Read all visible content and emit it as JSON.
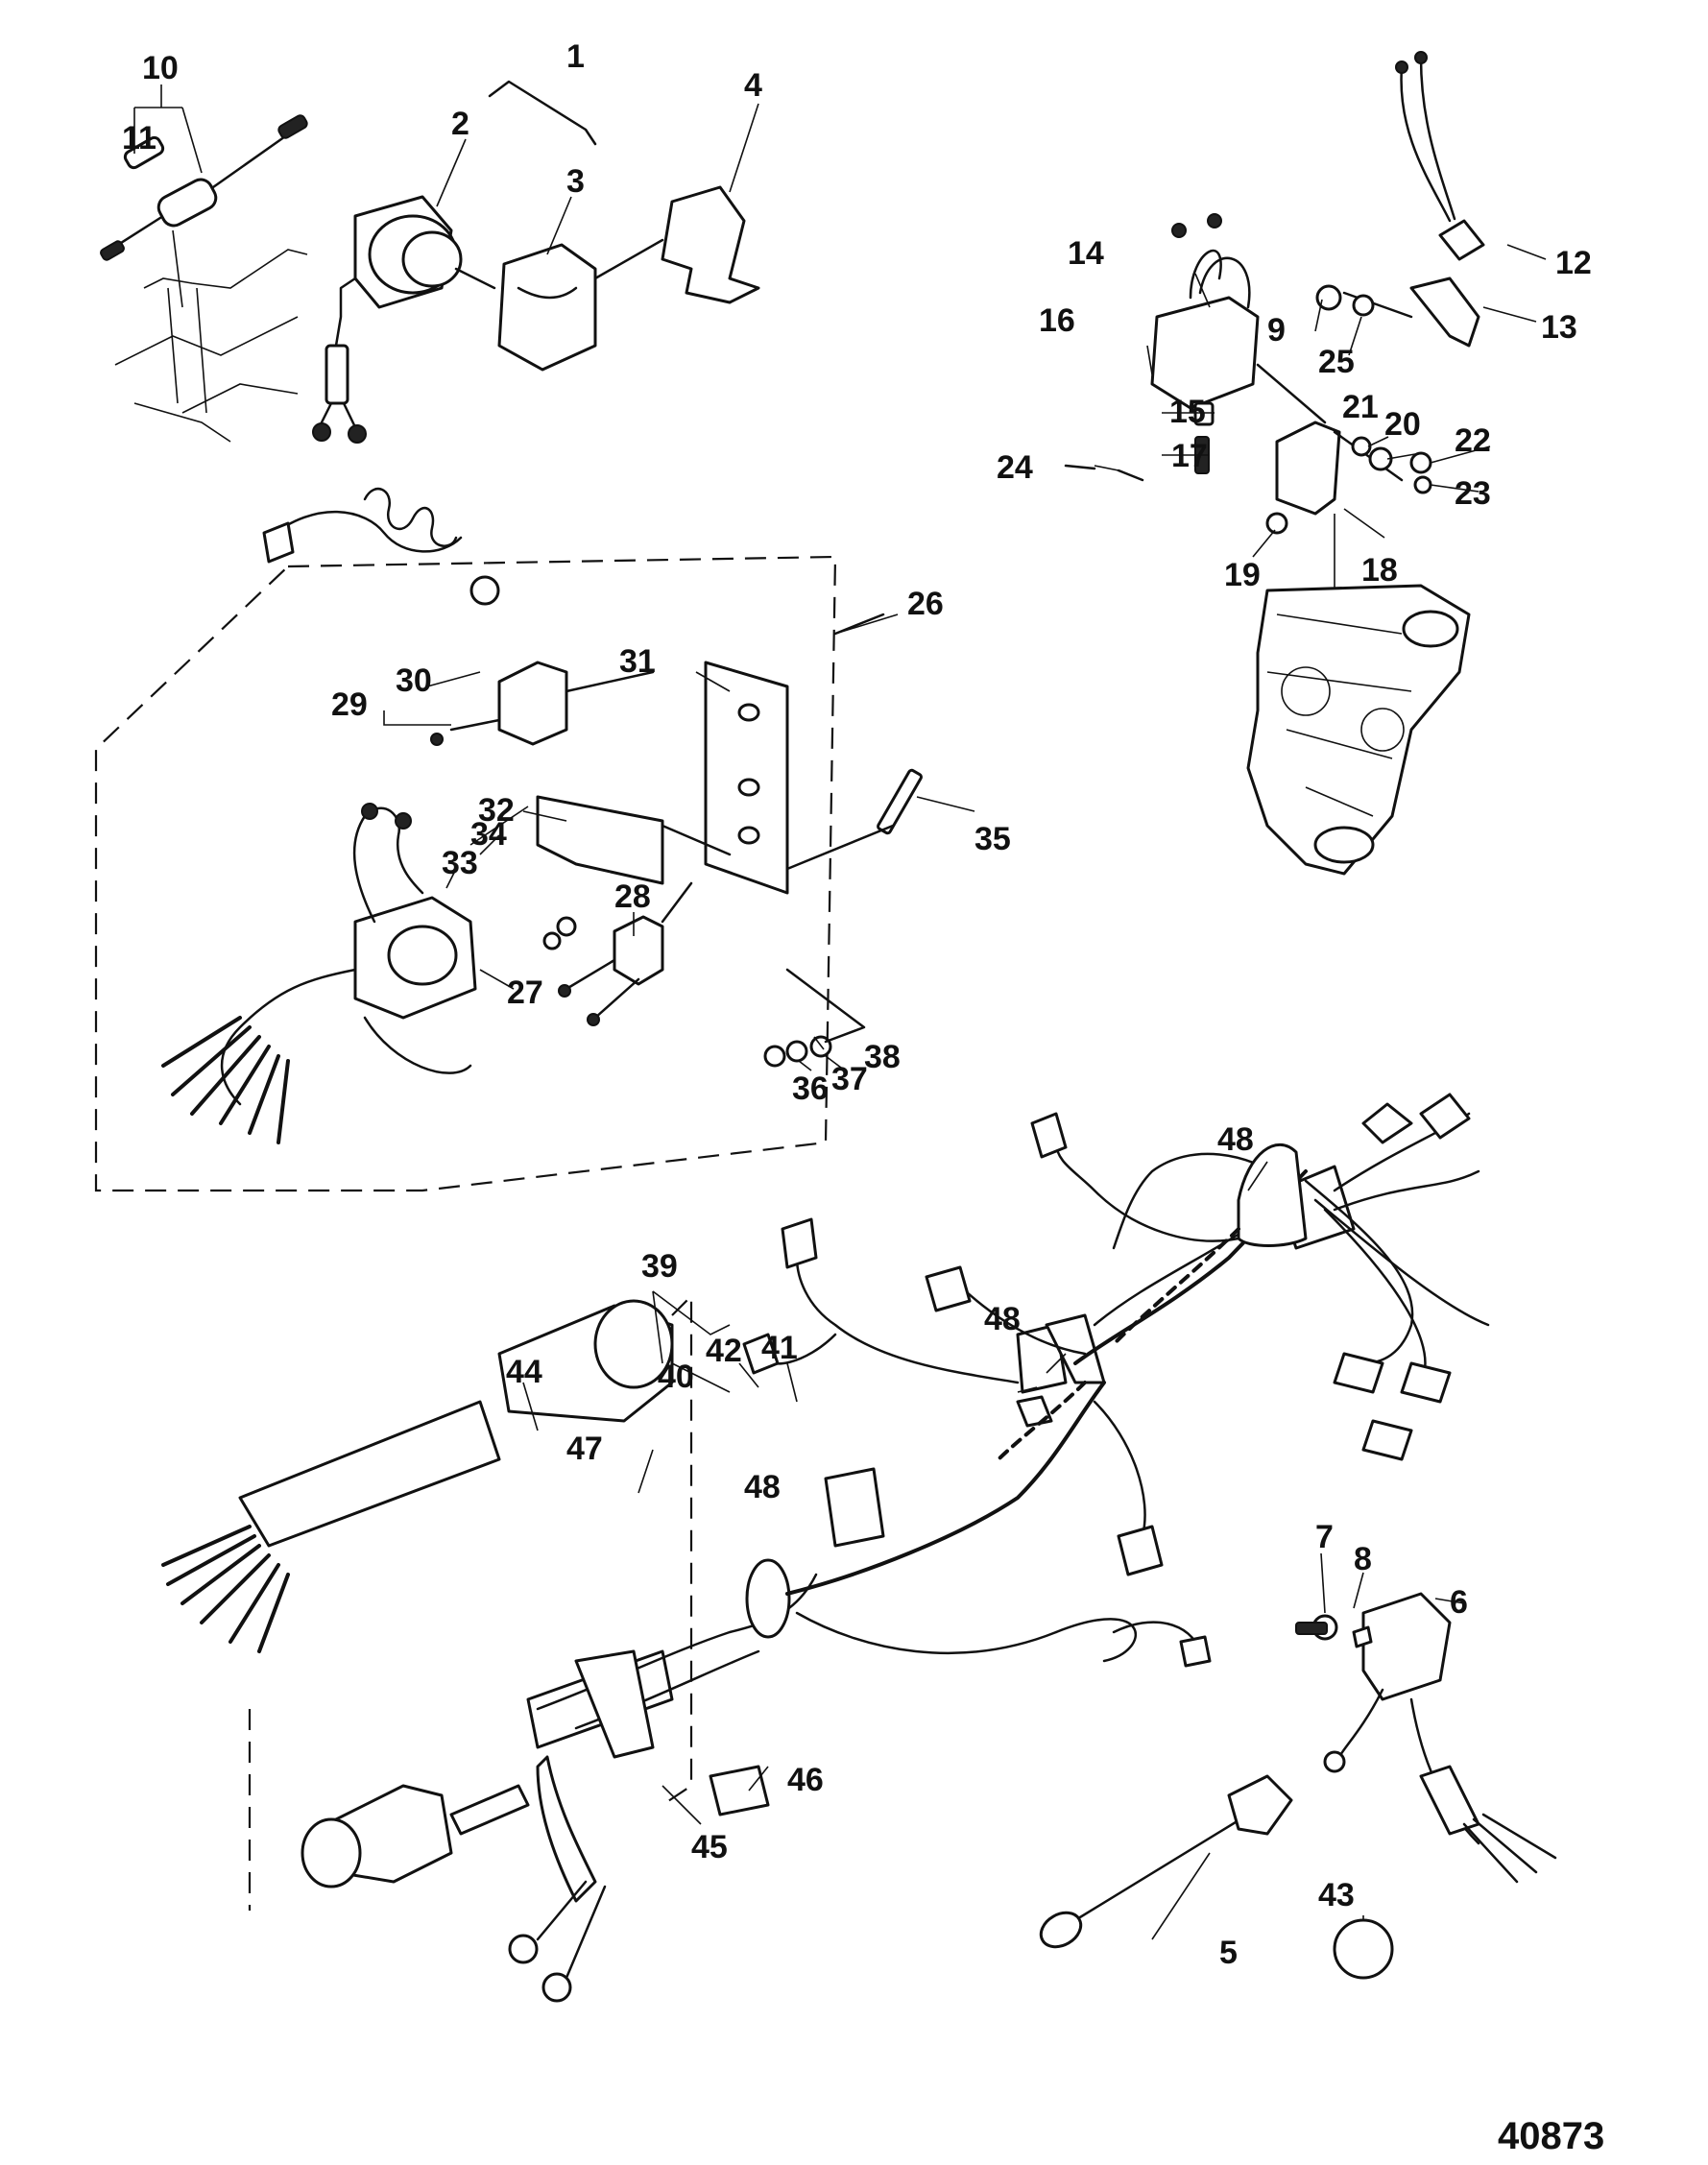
{
  "figure_number": "40873",
  "callouts": {
    "c1": "1",
    "c2": "2",
    "c3": "3",
    "c4": "4",
    "c5": "5",
    "c6": "6",
    "c7": "7",
    "c8": "8",
    "c9": "9",
    "c10": "10",
    "c11": "11",
    "c12": "12",
    "c13": "13",
    "c14": "14",
    "c15": "15",
    "c16": "16",
    "c17": "17",
    "c18": "18",
    "c19": "19",
    "c20": "20",
    "c21": "21",
    "c22": "22",
    "c23": "23",
    "c24": "24",
    "c25": "25",
    "c26": "26",
    "c27": "27",
    "c28": "28",
    "c29": "29",
    "c30": "30",
    "c31": "31",
    "c32": "32",
    "c33": "33",
    "c34": "34",
    "c35": "35",
    "c36": "36",
    "c37": "37",
    "c38": "38",
    "c39": "39",
    "c40": "40",
    "c41": "41",
    "c42": "42",
    "c43": "43",
    "c44": "44",
    "c45": "45",
    "c46": "46",
    "c47": "47",
    "c48a": "48",
    "c48b": "48",
    "c48c": "48"
  }
}
